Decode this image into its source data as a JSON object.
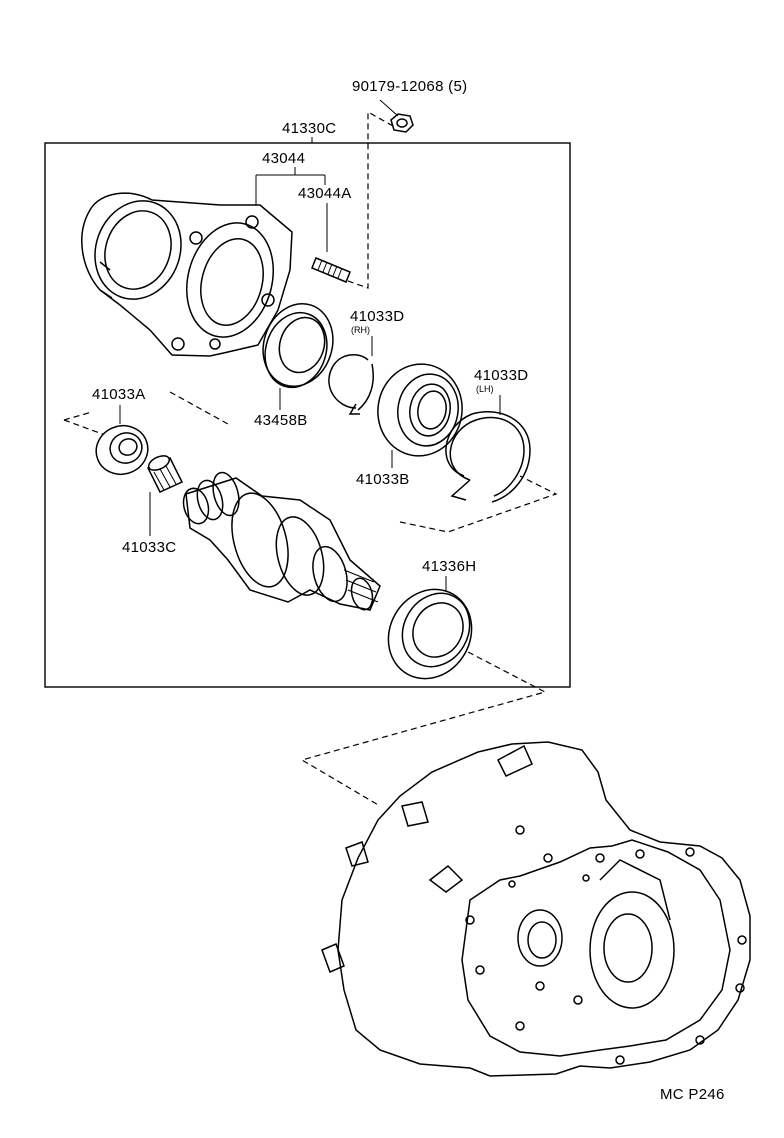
{
  "labels": {
    "bolt": "90179-12068 (5)",
    "assembly": "41330C",
    "case": "43044",
    "stud": "43044A",
    "snap_ring_rh": "41033D",
    "snap_ring_rh_side": "(RH)",
    "snap_ring_lh": "41033D",
    "snap_ring_lh_side": "(LH)",
    "oil_seal": "43458B",
    "bearing": "41033B",
    "bearing_small": "41033A",
    "needle_bearing": "41033C",
    "seal_outer": "41336H"
  },
  "footer": {
    "code": "MC P246"
  }
}
